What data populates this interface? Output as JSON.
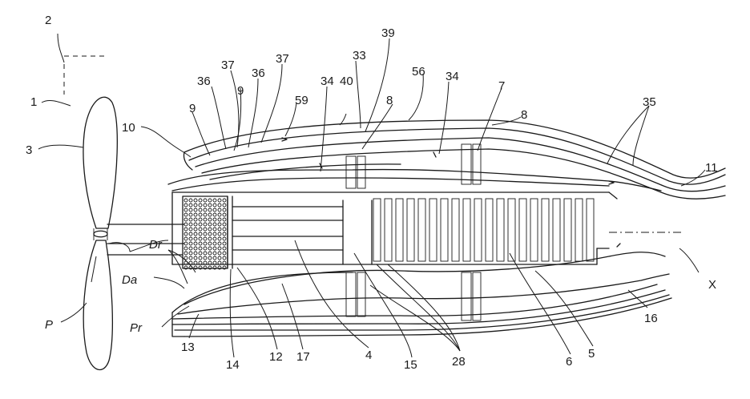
{
  "labels": {
    "ref_2": "2",
    "ref_1": "1",
    "ref_3": "3",
    "ref_10": "10",
    "ref_9a": "9",
    "ref_36a": "36",
    "ref_37a": "37",
    "ref_9b": "9",
    "ref_36b": "36",
    "ref_37b": "37",
    "ref_59": "59",
    "ref_34a": "34",
    "ref_33": "33",
    "ref_39": "39",
    "ref_40": "40",
    "ref_8a": "8",
    "ref_56": "56",
    "ref_34b": "34",
    "ref_7": "7",
    "ref_8b": "8",
    "ref_35": "35",
    "ref_11": "11",
    "ref_Dr": "Dr",
    "ref_Da": "Da",
    "ref_P": "P",
    "ref_Pr": "Pr",
    "ref_X": "X",
    "ref_16": "16",
    "ref_13": "13",
    "ref_14": "14",
    "ref_12": "12",
    "ref_17": "17",
    "ref_4": "4",
    "ref_15": "15",
    "ref_28": "28",
    "ref_6": "6",
    "ref_5": "5"
  }
}
